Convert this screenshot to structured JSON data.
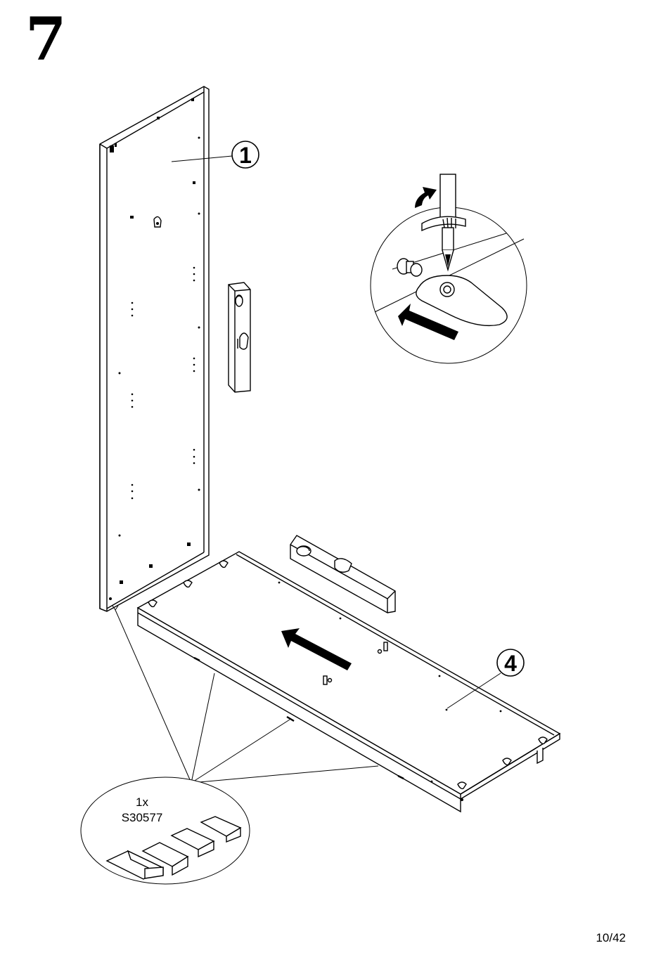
{
  "step": {
    "number": "7"
  },
  "parts": [
    {
      "id": "part-1",
      "label": "1"
    },
    {
      "id": "part-4",
      "label": "4"
    }
  ],
  "hardware": {
    "quantity": "1x",
    "code": "S30577"
  },
  "page": {
    "number": "10/42"
  }
}
